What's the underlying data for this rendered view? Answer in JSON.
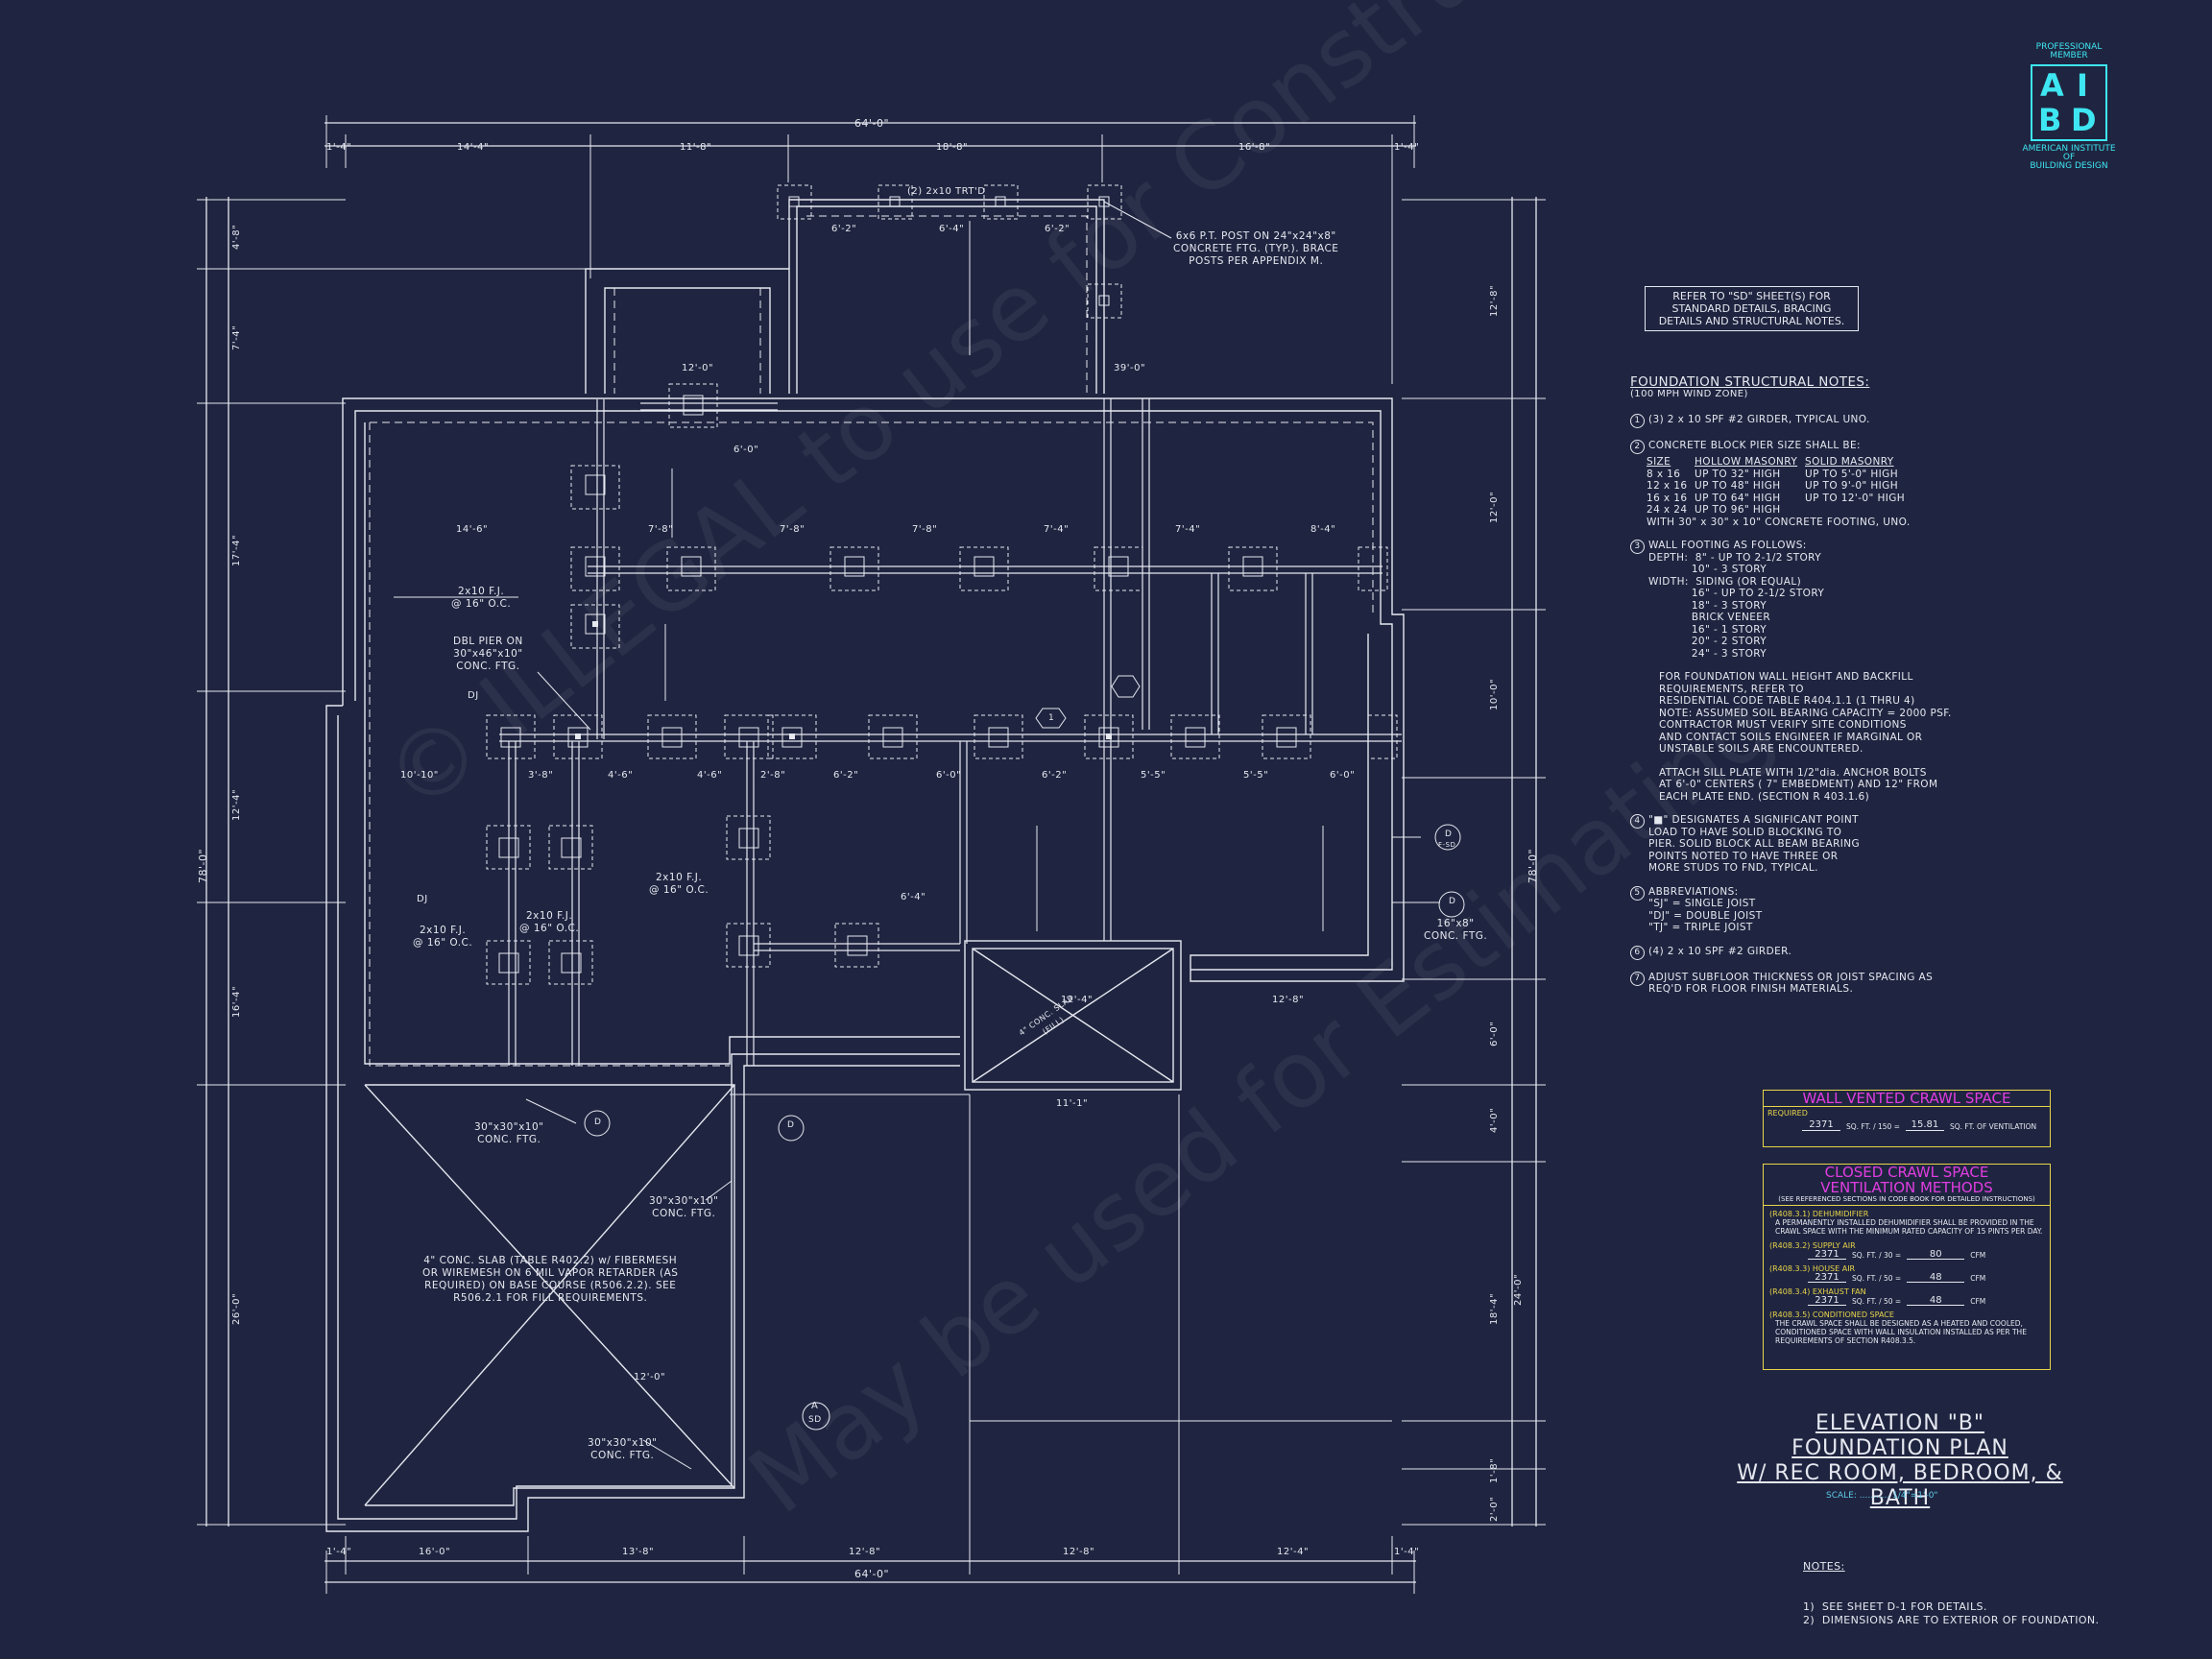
{
  "logo": {
    "top": "PROFESSIONAL",
    "top2": "MEMBER",
    "letters": [
      "A",
      "I",
      "B",
      "D"
    ],
    "bottom": "AMERICAN INSTITUTE",
    "bottom2": "OF",
    "bottom3": "BUILDING DESIGN",
    "color": "#3ee6f2"
  },
  "watermark": {
    "line1": "© ILLEGAL to use for Construction",
    "line2": "May be used for Estimating"
  },
  "plan": {
    "overall_width_top": "64'-0\"",
    "overall_width_bottom": "64'-0\"",
    "overall_depth_left": "78'-0\"",
    "overall_depth_right": "78'-0\"",
    "top_dims": [
      "1'-4\"",
      "14'-4\"",
      "11'-8\"",
      "18'-8\"",
      "16'-8\"",
      "1'-4\""
    ],
    "bottom_dims": [
      "1'-4\"",
      "16'-0\"",
      "13'-8\"",
      "12'-8\"",
      "12'-8\"",
      "12'-4\"",
      "1'-4\""
    ],
    "left_dims": [
      "4'-8\"",
      "7'-4\"",
      "17'-4\"",
      "12'-4\"",
      "16'-4\"",
      "26'-0\""
    ],
    "right_dims": [
      "12'-8\"",
      "12'-0\"",
      "10'-0\"",
      "6'-0\"",
      "4'-0\"",
      "18'-4\"",
      "24'-0\"",
      "1'-8\"",
      "2'-0\""
    ],
    "labels": {
      "girder_top": "(2) 2x10 TRT'D",
      "post_note": "6x6 P.T. POST ON 24\"x24\"x8\"\nCONCRETE FTG. (TYP.). BRACE\nPOSTS PER APPENDIX M.",
      "dim_12": "12'-0\"",
      "dim_39": "39'-0\"",
      "dim_6_0": "6'-0\"",
      "dim_6_2": "6'-2\"",
      "dim_6_4": "6'-4\"",
      "dim_6_2b": "6'-2\"",
      "dim_14_6": "14'-6\"",
      "dim_7_8": "7'-8\"",
      "dim_7_8b": "7'-8\"",
      "dim_7_8c": "7'-8\"",
      "dim_7_4": "7'-4\"",
      "dim_7_4b": "7'-4\"",
      "dim_8_4": "8'-4\"",
      "dim_10_10": "10'-10\"",
      "dim_3_8": "3'-8\"",
      "dim_4_6": "4'-6\"",
      "dim_4_6b": "4'-6\"",
      "dim_2_8": "2'-8\"",
      "dim_6_2c": "6'-2\"",
      "dim_6_0b": "6'-0\"",
      "dim_6_2d": "6'-2\"",
      "dim_5_5": "5'-5\"",
      "dim_5_5b": "5'-5\"",
      "dim_6_0c": "6'-0\"",
      "dim_6_4b": "6'-4\"",
      "dim_12_4": "12'-4\"",
      "dim_12_8": "12'-8\"",
      "dim_11_1": "11'-1\"",
      "dim_12_0b": "12'-0\"",
      "fj_1": "2x10 F.J.\n@ 16\" O.C.",
      "fj_2": "2x10 F.J.\n@ 16\" O.C.",
      "fj_3": "2x10 F.J.\n@ 16\" O.C.",
      "fj_4": "2x10 F.J.\n@ 16\" O.C.",
      "dbl_pier": "DBL PIER ON\n30\"x46\"x10\"\nCONC. FTG.",
      "dj_1": "DJ",
      "dj_2": "DJ",
      "ftg_1": "30\"x30\"x10\"\nCONC. FTG.",
      "ftg_2": "30\"x30\"x10\"\nCONC. FTG.",
      "ftg_3": "30\"x30\"x10\"\nCONC. FTG.",
      "ftg_4": "16\"x8\"\nCONC. FTG.",
      "slab_note": "4\" CONC. SLAB (TABLE R402.2) w/ FIBERMESH\nOR WIREMESH ON 6 MIL VAPOR RETARDER (AS\nREQUIRED) ON BASE COURSE (R506.2.2). SEE\nR506.2.1 FOR FILL REQUIREMENTS.",
      "small_slab": "4\" CONC. SLAB\n(FILL)",
      "marker_a": "A",
      "marker_sd": "SD",
      "marker_d": "D",
      "marker_d_sheet": "F-SD",
      "marker_1": "1"
    }
  },
  "ref_note": "REFER TO \"SD\" SHEET(S) FOR\nSTANDARD DETAILS, BRACING\nDETAILS AND STRUCTURAL NOTES.",
  "notes": {
    "title": "FOUNDATION STRUCTURAL NOTES:",
    "subtitle": "(100 MPH WIND ZONE)",
    "n1": "(3) 2 x 10 SPF #2 GIRDER, TYPICAL UNO.",
    "n2": "CONCRETE BLOCK PIER SIZE SHALL BE:",
    "pier_head": [
      "SIZE",
      "HOLLOW MASONRY",
      "SOLID MASONRY"
    ],
    "pier_rows": [
      [
        "8 x 16",
        "UP TO 32\" HIGH",
        "UP TO 5'-0\" HIGH"
      ],
      [
        "12 x 16",
        "UP TO 48\" HIGH",
        "UP TO 9'-0\" HIGH"
      ],
      [
        "16 x 16",
        "UP TO 64\" HIGH",
        "UP TO 12'-0\" HIGH"
      ],
      [
        "24 x 24",
        "UP TO 96\" HIGH",
        ""
      ]
    ],
    "n2b": "WITH 30\" x 30\" x 10\" CONCRETE FOOTING, UNO.",
    "n3": "WALL FOOTING AS FOLLOWS:\nDEPTH:  8\" - UP TO 2-1/2 STORY\n            10\" - 3 STORY\nWIDTH:  SIDING (OR EQUAL)\n            16\" - UP TO 2-1/2 STORY\n            18\" - 3 STORY\n            BRICK VENEER\n            16\" - 1 STORY\n            20\" - 2 STORY\n            24\" - 3 STORY",
    "n3b": "FOR FOUNDATION WALL HEIGHT AND BACKFILL\nREQUIREMENTS, REFER TO\nRESIDENTIAL CODE TABLE R404.1.1 (1 THRU 4)\nNOTE: ASSUMED SOIL BEARING CAPACITY = 2000 PSF.\nCONTRACTOR MUST VERIFY SITE CONDITIONS\nAND CONTACT SOILS ENGINEER IF MARGINAL OR\nUNSTABLE SOILS ARE ENCOUNTERED.",
    "n3c": "ATTACH SILL PLATE WITH 1/2\"dia. ANCHOR BOLTS\nAT 6'-0\" CENTERS ( 7\" EMBEDMENT) AND 12\" FROM\nEACH PLATE END. (SECTION R 403.1.6)",
    "n4": "\"■\" DESIGNATES A SIGNIFICANT POINT\nLOAD TO HAVE SOLID BLOCKING TO\nPIER. SOLID BLOCK ALL BEAM BEARING\nPOINTS NOTED TO HAVE THREE OR\nMORE STUDS TO FND, TYPICAL.",
    "n5": "ABBREVIATIONS:\n\"SJ\" = SINGLE JOIST\n\"DJ\" = DOUBLE JOIST\n\"TJ\" = TRIPLE JOIST",
    "n6": "(4) 2 x 10 SPF #2 GIRDER.",
    "n7": "ADJUST SUBFLOOR THICKNESS OR JOIST SPACING AS\nREQ'D FOR FLOOR FINISH MATERIALS.",
    "nums": [
      "1",
      "2",
      "3",
      "4",
      "5",
      "6",
      "7"
    ]
  },
  "wall_vented": {
    "title": "WALL VENTED CRAWL SPACE",
    "required": "REQUIRED",
    "area": "2371",
    "op": "SQ. FT. / 150 =",
    "result": "15.81",
    "unit": "SQ. FT. OF VENTILATION"
  },
  "closed_crawl": {
    "title": "CLOSED CRAWL SPACE",
    "title2": "VENTILATION METHODS",
    "subtitle": "(SEE REFERENCED SECTIONS IN CODE BOOK FOR DETAILED INSTRUCTIONS)",
    "m1_head": "(R408.3.1) DEHUMIDIFIER",
    "m1_text": "A PERMANENTLY INSTALLED DEHUMIDIFIER SHALL BE PROVIDED IN THE\nCRAWL SPACE WITH THE MINIMUM RATED CAPACITY OF 15 PINTS PER DAY.",
    "m2_head": "(R408.3.2) SUPPLY AIR",
    "m2_area": "2371",
    "m2_op": "SQ. FT. / 30 =",
    "m2_val": "80",
    "m3_head": "(R408.3.3) HOUSE AIR",
    "m3_area": "2371",
    "m3_op": "SQ. FT. / 50 =",
    "m3_val": "48",
    "m4_head": "(R408.3.4) EXHAUST FAN",
    "m4_area": "2371",
    "m4_op": "SQ. FT. / 50 =",
    "m4_val": "48",
    "cfm": "CFM",
    "m5_head": "(R408.3.5) CONDITIONED SPACE",
    "m5_text": "THE CRAWL SPACE SHALL BE DESIGNED AS A HEATED AND COOLED,\nCONDITIONED SPACE WITH WALL INSULATION INSTALLED AS PER THE\nREQUIREMENTS OF SECTION R408.3.5."
  },
  "title_block": {
    "line1": "ELEVATION \"B\"",
    "line2": "FOUNDATION PLAN",
    "line3": "W/ REC ROOM, BEDROOM, & BATH",
    "scale": "SCALE: ........... 1/4\"=1'-0\""
  },
  "notes2": {
    "title": "NOTES:",
    "text": "1)  SEE SHEET D-1 FOR DETAILS.\n2)  DIMENSIONS ARE TO EXTERIOR OF FOUNDATION."
  }
}
